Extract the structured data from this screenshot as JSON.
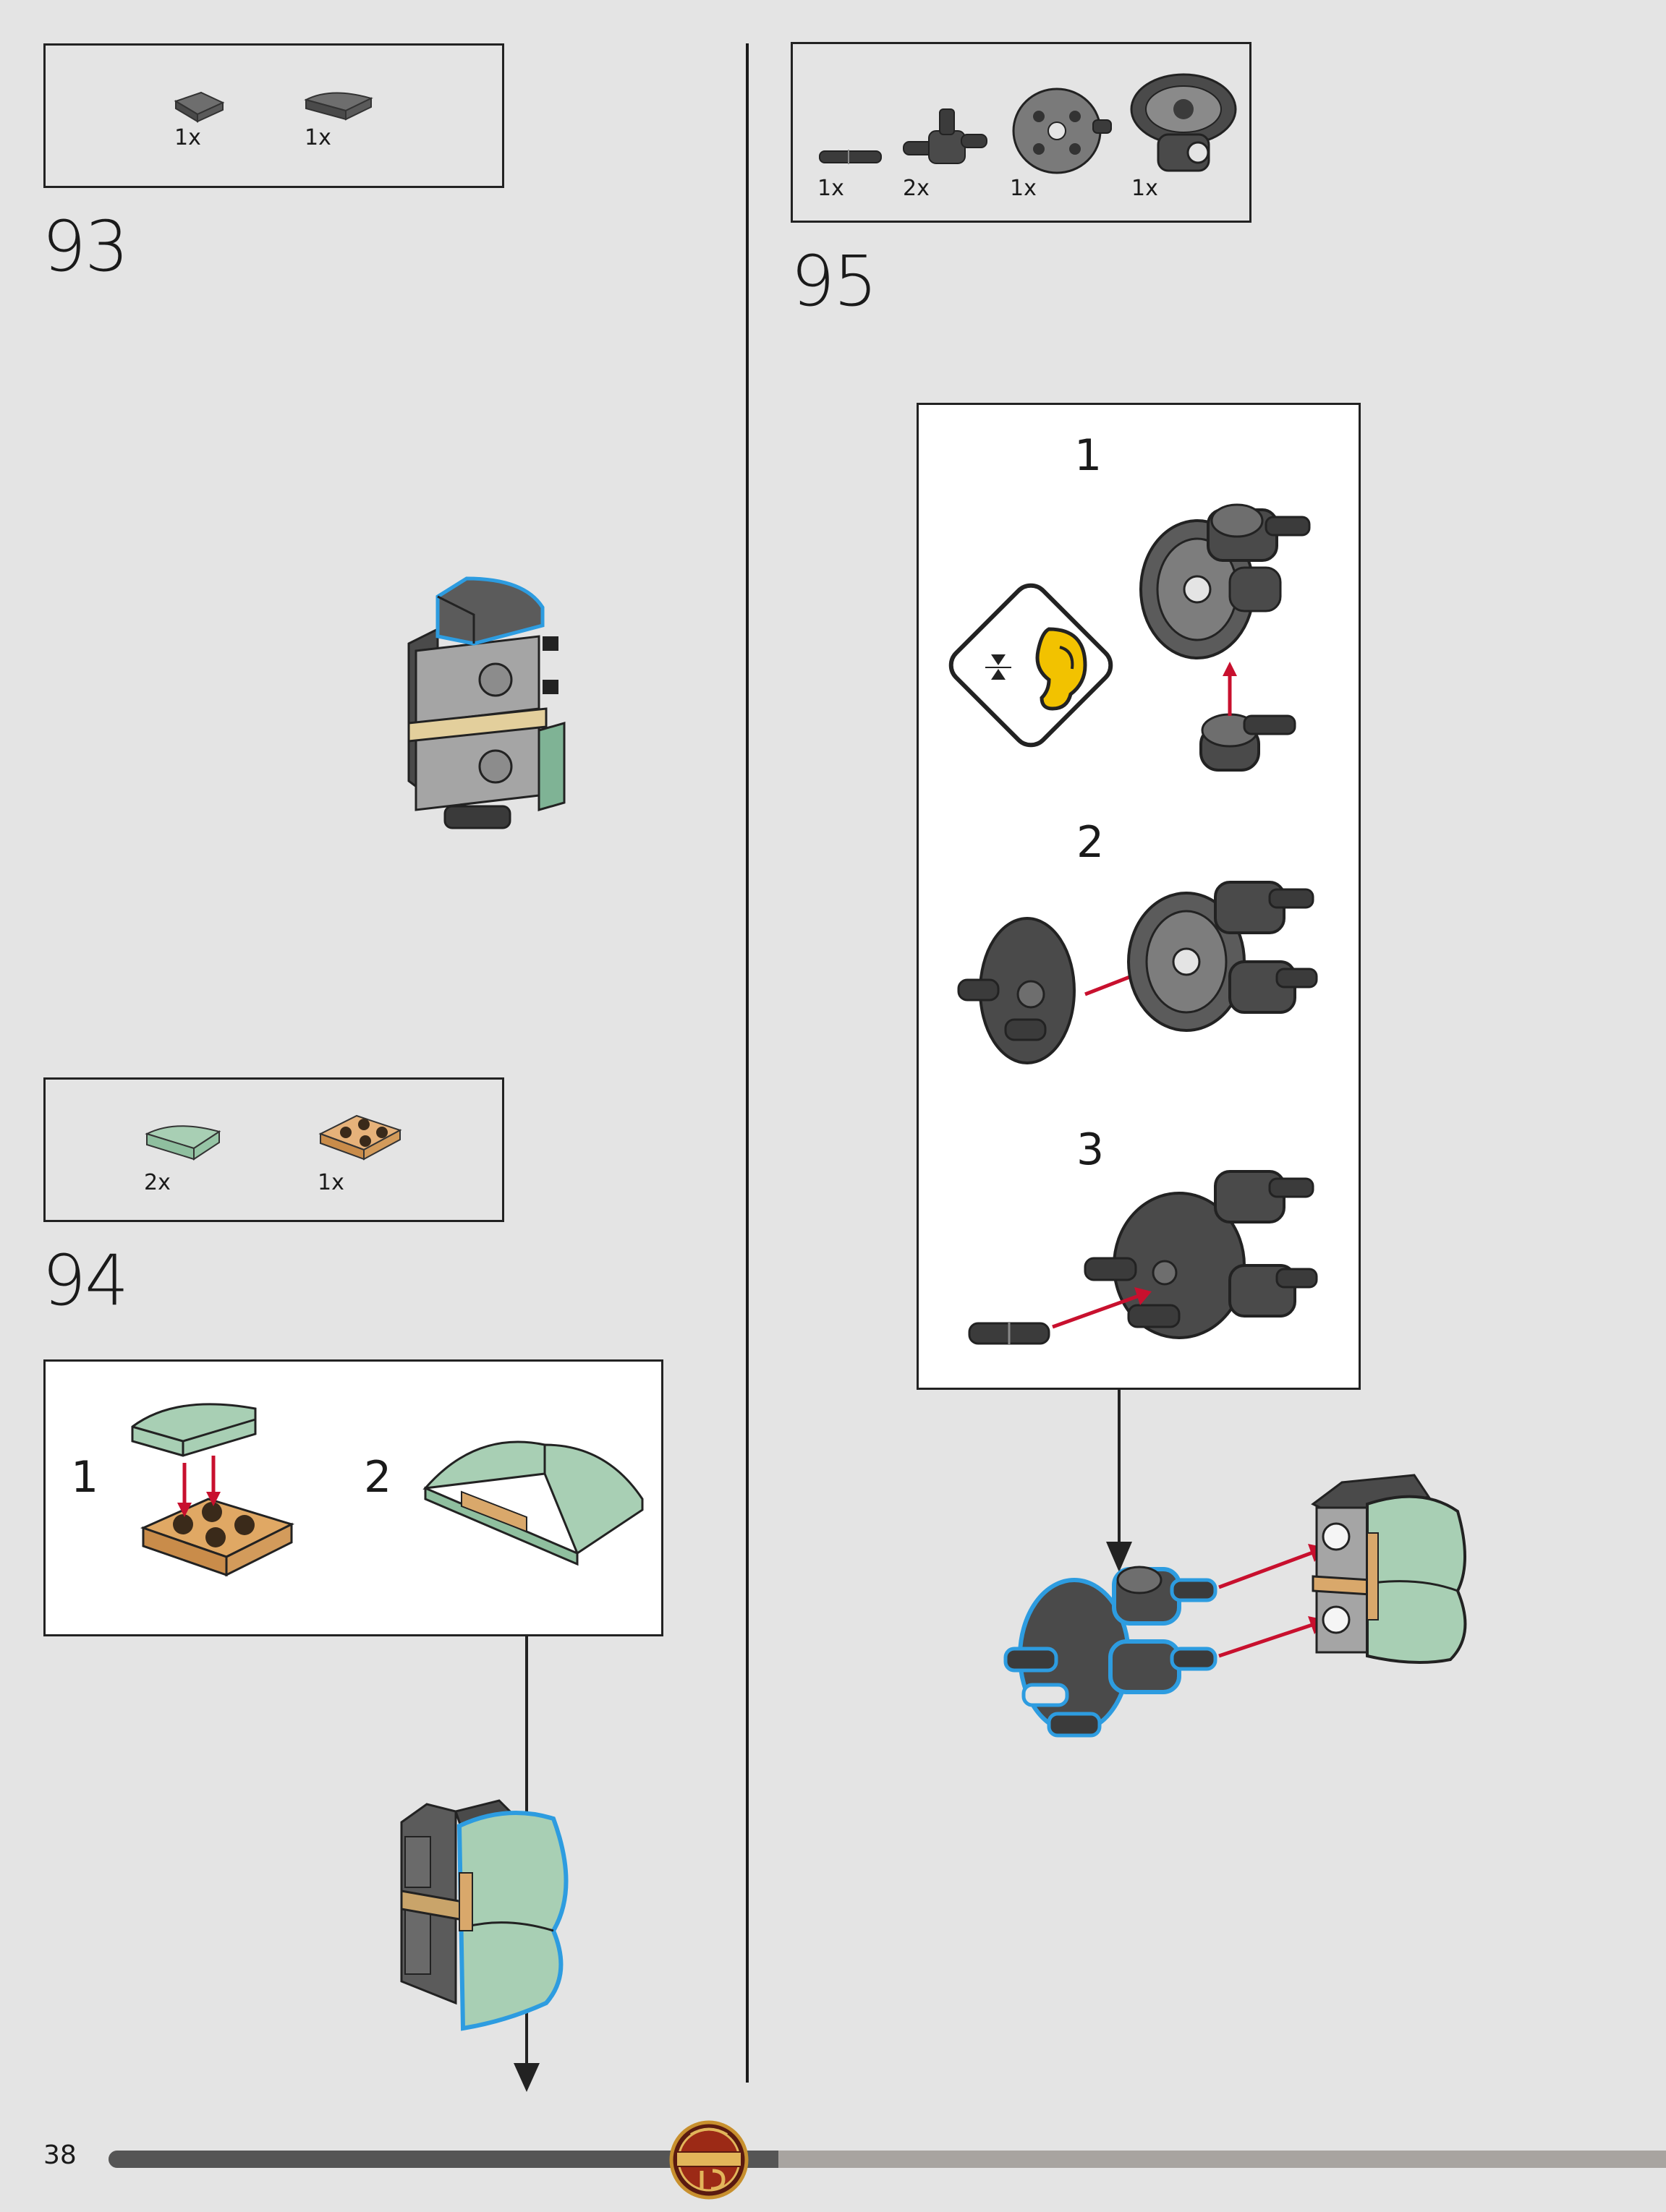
{
  "page": {
    "number": "38"
  },
  "steps": [
    {
      "number": "93",
      "parts": [
        {
          "qty": "1x"
        },
        {
          "qty": "1x"
        }
      ]
    },
    {
      "number": "94",
      "parts": [
        {
          "qty": "2x"
        },
        {
          "qty": "1x"
        }
      ],
      "substeps": [
        "1",
        "2"
      ]
    },
    {
      "number": "95",
      "parts": [
        {
          "qty": "1x"
        },
        {
          "qty": "2x"
        },
        {
          "qty": "1x"
        },
        {
          "qty": "1x"
        }
      ],
      "substeps": [
        "1",
        "2",
        "3"
      ]
    }
  ],
  "colors": {
    "dark_gray": "#5b5b5b",
    "light_gray": "#9e9e9e",
    "sand_green": "#a8cfb4",
    "tan": "#d9a86b",
    "highlight_blue": "#2d9ce0",
    "arrow_red": "#c8102e",
    "progress_dark": "#555555",
    "progress_light": "#a8a4a0"
  },
  "progress": {
    "fraction": 0.43
  },
  "icons": {
    "audio_cue": "ear-click-icon",
    "logo": "ninjago-15-logo"
  }
}
